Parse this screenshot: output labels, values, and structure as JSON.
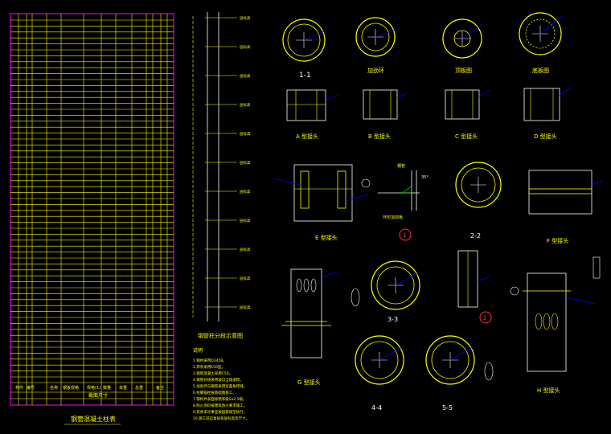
{
  "colors": {
    "background": "#000000",
    "table_frame": "#ff00ff",
    "table_lines": "#ffff00",
    "outline": "#ffffff",
    "annotation": "#00ff00",
    "leader": "#0000ff",
    "red_marker": "#ff3030",
    "dimension": "#00ffff"
  },
  "table": {
    "footer_headers": [
      "构件",
      "编号",
      "名称",
      "钢板规格",
      "规格(1)",
      "数量",
      "单重",
      "总重",
      "备注"
    ],
    "footer_sub": [
      "截面尺寸"
    ],
    "caption": "钢管混凝土柱表"
  },
  "column_elevation": {
    "caption": "钢管柱分段示意图",
    "level_marks": [
      "层标高",
      "层标高",
      "层标高",
      "层标高",
      "层标高",
      "层标高",
      "层标高",
      "层标高",
      "层标高",
      "层标高",
      "层标高"
    ]
  },
  "sections": {
    "s1_1": "1-1",
    "hoop": "加劲环",
    "top_plate": "顶板图",
    "base_plate": "底板图",
    "s2_2": "2-2",
    "s3_3": "3-3",
    "s4_4": "4-4",
    "s5_5": "5-5"
  },
  "joints": {
    "A": "A 型接头",
    "B": "B 型接头",
    "C": "C 型接头",
    "D": "D 型接头",
    "E": "E 型接头",
    "F": "F 型接头",
    "G": "G 型接头",
    "H": "H 型接头"
  },
  "markers": {
    "m1": "1",
    "m2": "2"
  },
  "weld_detail": {
    "label1": "钢管",
    "label2": "环形加劲板",
    "angle": "35°"
  },
  "notes": {
    "title": "说明",
    "lines": [
      "1.钢材采用Q345B。",
      "2.焊条采用E50型。",
      "3.钢管混凝土采用C50。",
      "4.钢管对接采用坡口全熔透焊。",
      "5.加劲环与钢管采用双面角焊缝。",
      "6.柱脚锚栓按基础图施工。",
      "7.钢构件表面除锈等级Sa2.5级。",
      "8.防火涂料按建筑防火要求施工。",
      "9.其余未尽事宜按国家规范执行。",
      "10.施工前应复核各层标高及尺寸。"
    ]
  }
}
